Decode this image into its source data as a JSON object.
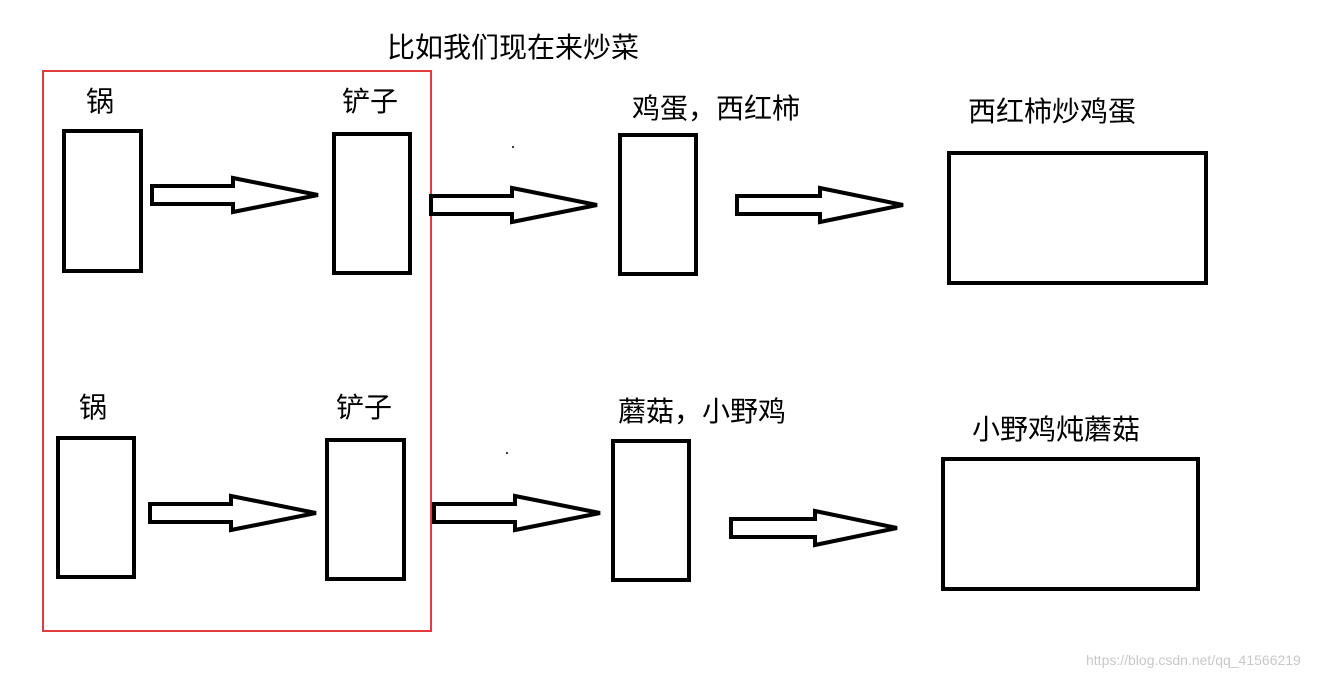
{
  "title": "比如我们现在来炒菜",
  "rows": [
    {
      "tool1_label": "锅",
      "tool2_label": "铲子",
      "ingredients_label": "鸡蛋，西红柿",
      "result_label": "西红柿炒鸡蛋"
    },
    {
      "tool1_label": "锅",
      "tool2_label": "铲子",
      "ingredients_label": "蘑菇，小野鸡",
      "result_label": "小野鸡炖蘑菇"
    }
  ],
  "watermark": "https://blog.csdn.net/qq_41566219",
  "colors": {
    "stroke": "#000000",
    "highlight": "#e03c3c",
    "watermark": "#c8c8c8"
  }
}
